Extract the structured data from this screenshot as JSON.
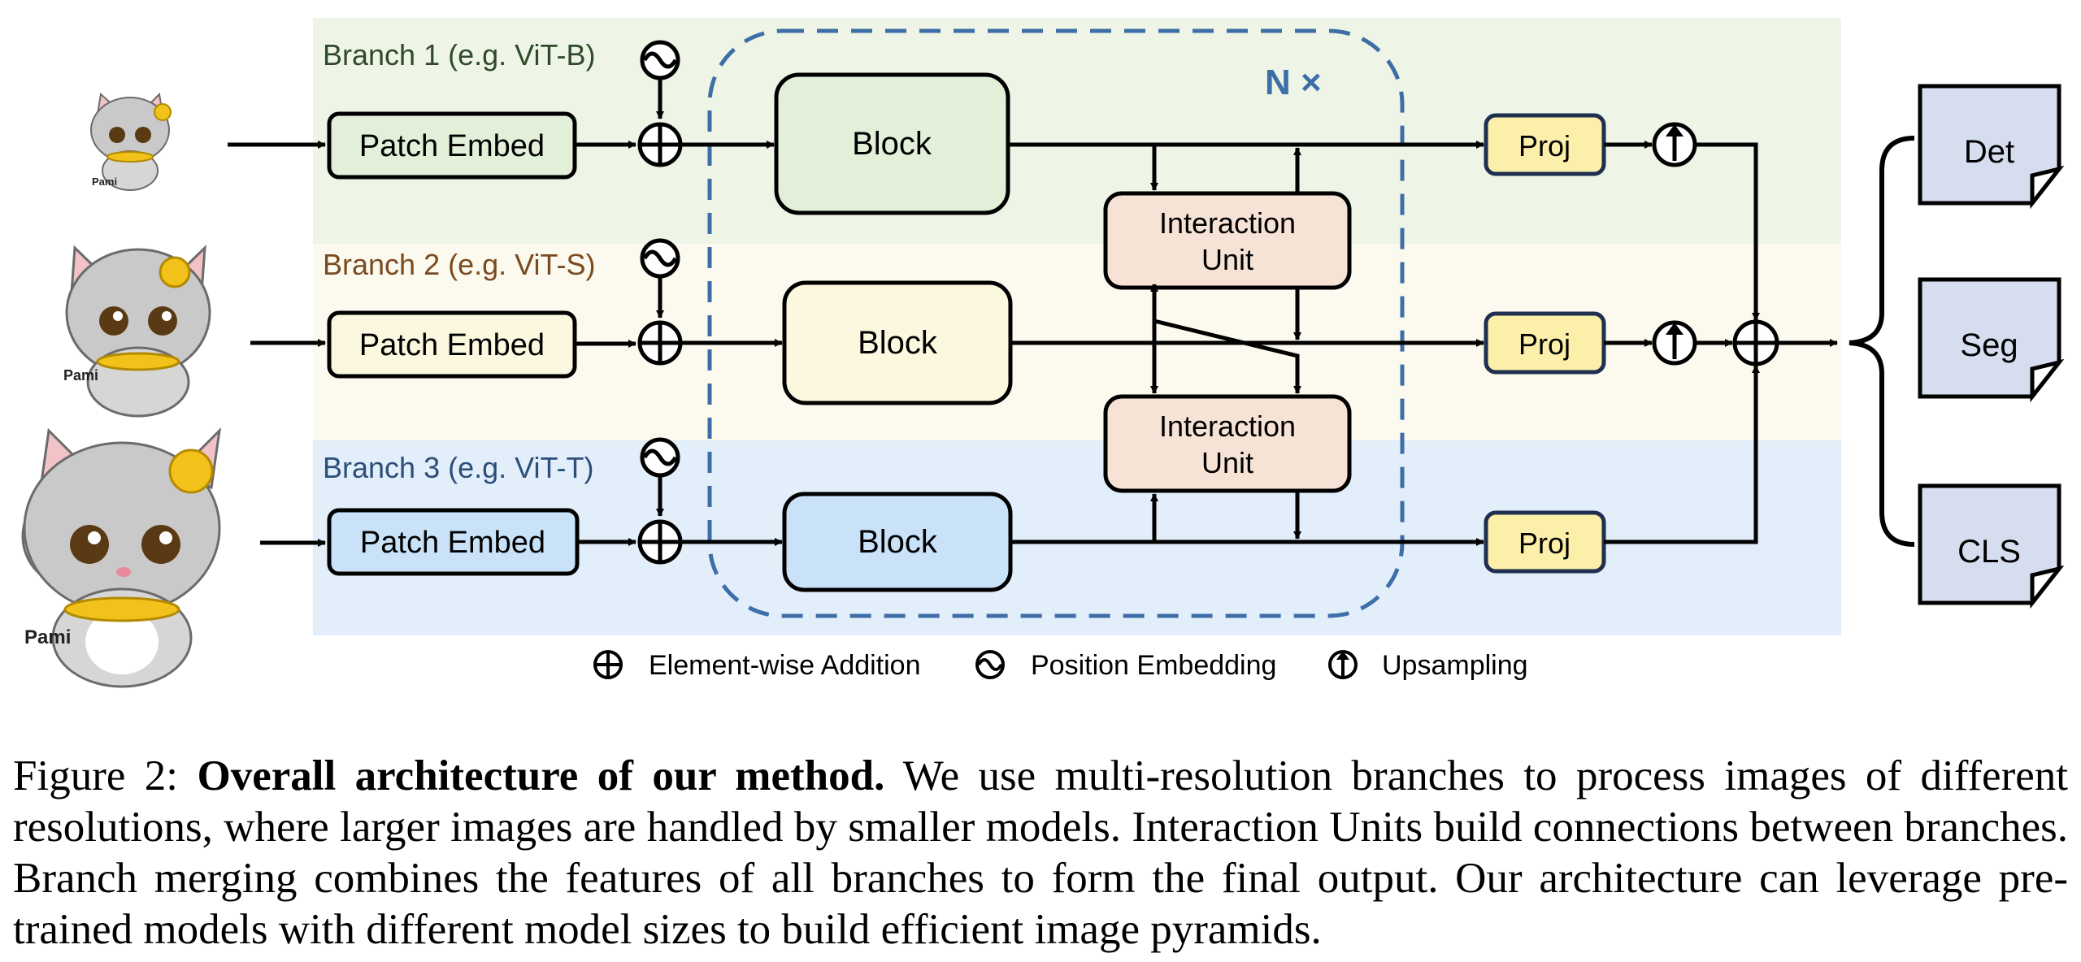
{
  "branches": [
    {
      "label": "Branch 1 (e.g. ViT-B)",
      "color": "#2f4a2a",
      "bg": "#eef5e6",
      "block_fill": "#e3f0d9"
    },
    {
      "label": "Branch 2 (e.g. ViT-S)",
      "color": "#7a4a20",
      "bg": "#fcf9ee",
      "block_fill": "#fbf8df"
    },
    {
      "label": "Branch 3 (e.g. ViT-T)",
      "color": "#2c4e78",
      "bg": "#e2eef9",
      "block_fill": "#c9e2f7"
    }
  ],
  "cat_text": [
    "Pami",
    "Pami",
    "Pami"
  ],
  "patch_embed_label": "Patch Embed",
  "block_label": "Block",
  "repeat_label": "N ×",
  "interaction_unit": {
    "line1": "Interaction",
    "line2": "Unit"
  },
  "proj_label": "Proj",
  "outputs": [
    "Det",
    "Seg",
    "CLS"
  ],
  "legend": {
    "addition": "Element-wise Addition",
    "position": "Position Embedding",
    "upsampling": "Upsampling"
  },
  "caption": {
    "prefix": "Figure 2: ",
    "bold": "Overall architecture of our method.",
    "body": " We use multi-resolution branches to process images of different resolutions, where larger images are handled by smaller models. Interaction Units build connections between branches. Branch merging combines the features of all branches to form the final output. Our architecture can leverage pre-trained models with different model sizes to build efficient image pyramids."
  },
  "colors": {
    "dashed_border": "#3e6ea8",
    "interaction_fill": "#f7e3d6",
    "proj_fill": "#fbefa9",
    "proj_border": "#1f2f4f",
    "output_fill": "#d5ddee"
  }
}
